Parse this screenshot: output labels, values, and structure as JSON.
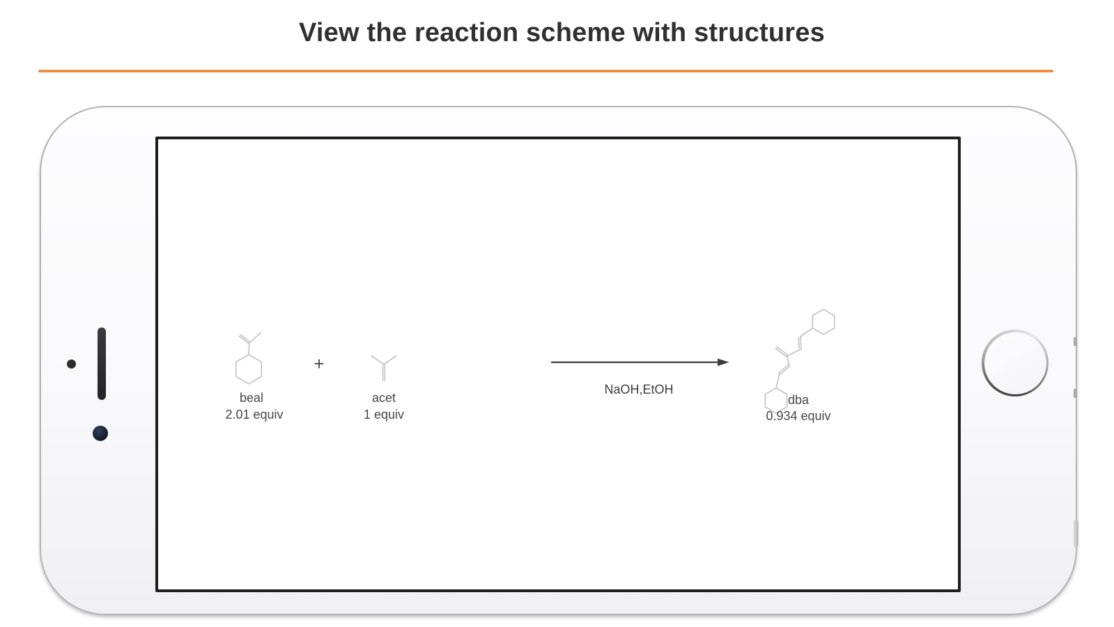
{
  "page": {
    "title": "View the reaction scheme with structures",
    "accent_color": "#EC8536",
    "background_color": "#FFFFFF"
  },
  "phone": {
    "orientation": "landscape",
    "screen_background": "#FFFFFF"
  },
  "reaction": {
    "plus_sign": "+",
    "conditions": "NaOH,EtOH",
    "structure_line_color": "#C5C5C8",
    "reactants": [
      {
        "label": "beal",
        "equiv": "2.01 equiv",
        "structure": "benzaldehyde"
      },
      {
        "label": "acet",
        "equiv": "1 equiv",
        "structure": "acetone"
      }
    ],
    "products": [
      {
        "label": "dba",
        "equiv": "0.934 equiv",
        "structure": "dibenzylideneacetone"
      }
    ]
  }
}
